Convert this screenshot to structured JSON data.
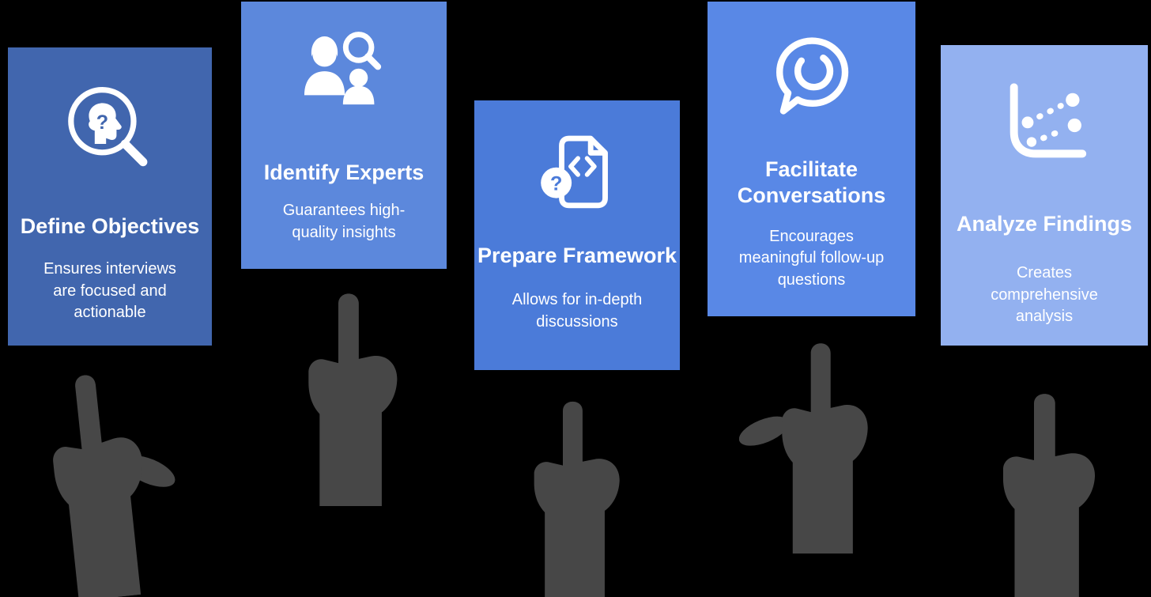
{
  "canvas": {
    "background": "#000000"
  },
  "hand_color": "#474747",
  "cards": [
    {
      "title": "Define Objectives",
      "description": "Ensures interviews are focused and actionable",
      "color": "#4166ae",
      "icon": "head-question-magnifier-icon"
    },
    {
      "title": "Identify Experts",
      "description": "Guarantees high-quality insights",
      "color": "#5c88dc",
      "icon": "people-search-icon"
    },
    {
      "title": "Prepare Framework",
      "description": "Allows for in-depth discussions",
      "color": "#4b7bd9",
      "icon": "document-code-question-icon"
    },
    {
      "title": "Facilitate Conversations",
      "description": "Encourages meaningful follow-up questions",
      "color": "#5988e6",
      "icon": "speech-bubble-icon"
    },
    {
      "title": "Analyze Findings",
      "description": "Creates comprehensive analysis",
      "color": "#93b1f0",
      "icon": "scatter-chart-icon"
    }
  ]
}
